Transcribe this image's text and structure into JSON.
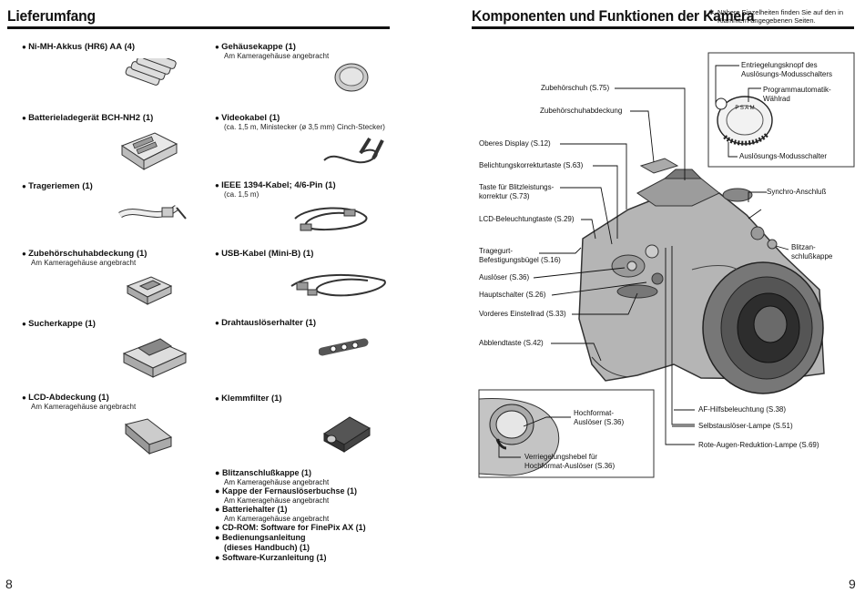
{
  "left": {
    "title": "Lieferumfang",
    "page_number": "8",
    "col1": [
      {
        "name": "Ni-MH-Akkus (HR6) AA (4)",
        "sub": ""
      },
      {
        "name": "Batterieladegerät BCH-NH2 (1)",
        "sub": ""
      },
      {
        "name": "Trageriemen (1)",
        "sub": ""
      },
      {
        "name": "Zubehörschuhabdeckung (1)",
        "sub": "Am Kameragehäuse angebracht"
      },
      {
        "name": "Sucherkappe (1)",
        "sub": ""
      },
      {
        "name": "LCD-Abdeckung (1)",
        "sub": "Am Kameragehäuse angebracht"
      }
    ],
    "col2": [
      {
        "name": "Gehäusekappe (1)",
        "sub": "Am Kameragehäuse angebracht"
      },
      {
        "name": "Videokabel (1)",
        "sub": "(ca. 1,5 m, Ministecker (ø 3,5 mm) Cinch-Stecker)"
      },
      {
        "name": "IEEE 1394-Kabel; 4/6-Pin (1)",
        "sub": "(ca. 1,5 m)"
      },
      {
        "name": "USB-Kabel (Mini-B) (1)",
        "sub": ""
      },
      {
        "name": "Drahtauslöserhalter (1)",
        "sub": ""
      },
      {
        "name": "Klemmfilter (1)",
        "sub": ""
      }
    ],
    "bottom_list": [
      {
        "name": "Blitzanschlußkappe (1)",
        "sub": "Am Kameragehäuse angebracht"
      },
      {
        "name": "Kappe der Fernauslöserbuchse (1)",
        "sub": "Am Kameragehäuse angebracht"
      },
      {
        "name": "Batteriehalter (1)",
        "sub": "Am Kameragehäuse angebracht"
      },
      {
        "name": "CD-ROM: Software for FinePix AX (1)",
        "sub": ""
      },
      {
        "name": "Bedienungsanleitung",
        "sub": ""
      },
      {
        "name": "(dieses Handbuch) (1)",
        "sub": ""
      },
      {
        "name": "Software-Kurzanleitung (1)",
        "sub": ""
      }
    ]
  },
  "right": {
    "title": "Komponenten und Funktionen der Kamera",
    "note_star": "✱",
    "note": "Nähere Einzelheiten finden Sie auf den in Klammern angegebenen Seiten.",
    "page_number": "9",
    "labels": {
      "zubehoerschuh": "Zubehörschuh (S.75)",
      "zubehoerschuhabdeckung": "Zubehörschuhabdeckung",
      "oberes_display": "Oberes Display (S.12)",
      "belichtung": "Belichtungskorrekturtaste (S.63)",
      "blitz1": "Taste für Blitzleistungs-",
      "blitz2": "korrektur (S.73)",
      "lcd_beleuchtung": "LCD-Beleuchtungtaste (S.29)",
      "tragegurt1": "Tragegurt-",
      "tragegurt2": "Befestigungsbügel (S.16)",
      "ausloeser": "Auslöser (S.36)",
      "hauptschalter": "Hauptschalter (S.26)",
      "einstellrad": "Vorderes Einstellrad (S.33)",
      "abblend": "Abblendtaste (S.42)",
      "entriegelung1": "Entriegelungsknopf des",
      "entriegelung2": "Auslösungs-Modusschalters",
      "programm1": "Programmautomatik-",
      "programm2": "Wählrad",
      "ausloesungs_modus": "Auslösungs-Modusschalter",
      "synchro": "Synchro-Anschluß",
      "blitzan1": "Blitzan-",
      "blitzan2": "schlußkappe",
      "af": "AF-Hilfsbeleuchtung (S.38)",
      "selbst": "Selbstauslöser-Lampe (S.51)",
      "rote": "Rote-Augen-Reduktion-Lampe (S.69)",
      "hoch1": "Hochformat-",
      "hoch2": "Auslöser (S.36)",
      "verr1": "Verriegelungshebel für",
      "verr2": "Hochformat-Auslöser (S.36)"
    }
  }
}
